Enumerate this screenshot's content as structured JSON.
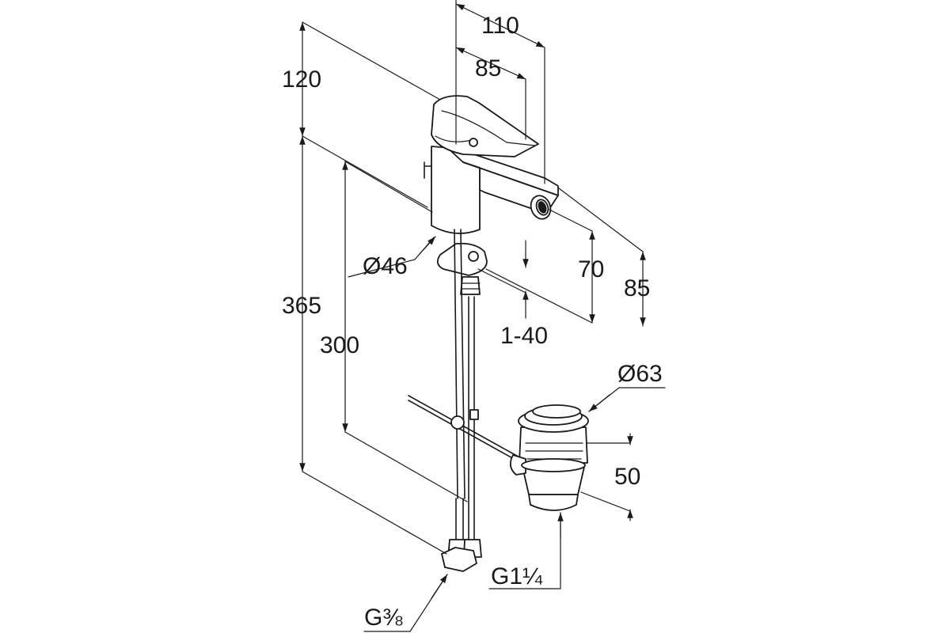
{
  "drawing": {
    "background": "#ffffff",
    "line_color": "#1a1a1a",
    "dimensions": {
      "d110": "110",
      "d85_top": "85",
      "d120": "120",
      "d365": "365",
      "d300": "300",
      "d46": "Ø46",
      "d70": "70",
      "d85_right": "85",
      "d1_40": "1-40",
      "d63": "Ø63",
      "d50": "50",
      "g114": "G1¼",
      "g38": "G⅜"
    }
  }
}
